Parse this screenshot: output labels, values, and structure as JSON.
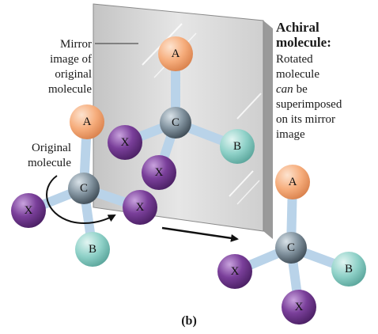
{
  "labels": {
    "mirror_image": [
      "Mirror",
      "image of",
      "original",
      "molecule"
    ],
    "original": [
      "Original",
      "molecule"
    ],
    "achiral_title": [
      "Achiral",
      "molecule:"
    ],
    "achiral_desc": [
      "Rotated",
      "molecule",
      "can",
      "be",
      "superimposed",
      "on its mirror",
      "image"
    ],
    "panel": "(b)"
  },
  "atom_labels": {
    "A": "A",
    "B": "B",
    "C": "C",
    "X": "X"
  },
  "colors": {
    "A": "#f6ad7c",
    "B": "#8fd1c8",
    "C": "#6c7d8a",
    "X": "#7a3f9a",
    "bond": "#b9d3e9",
    "mirror": "#d8d8d8"
  }
}
